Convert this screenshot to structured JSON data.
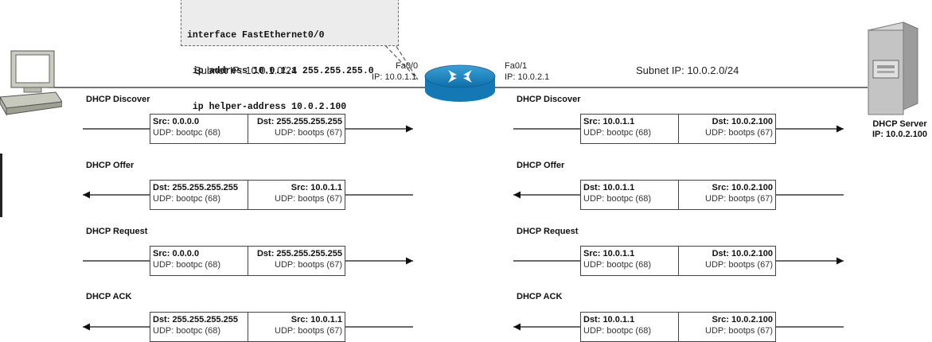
{
  "config_lines": [
    "interface FastEthernet0/0",
    " ip address 10.0.1.1 255.255.255.0",
    " ip helper-address 10.0.2.100"
  ],
  "left_subnet": "Subnet IP: 10.0.1.0/24",
  "right_subnet": "Subnet IP: 10.0.2.0/24",
  "fa0_port": "Fa0/0",
  "fa0_ip": "IP: 10.0.1.1",
  "fa1_port": "Fa0/1",
  "fa1_ip": "IP: 10.0.2.1",
  "server": {
    "name": "DHCP Server",
    "ip": "IP: 10.0.2.100"
  },
  "left": [
    {
      "title": "DHCP Discover",
      "direction": "right",
      "c1": {
        "top": "Src: 0.0.0.0",
        "bottom": "UDP: bootpc (68)"
      },
      "c2": {
        "top": "Dst: 255.255.255.255",
        "bottom": "UDP: bootps (67)"
      }
    },
    {
      "title": "DHCP Offer",
      "direction": "left",
      "c1": {
        "top": "Dst: 255.255.255.255",
        "bottom": "UDP: bootpc (68)"
      },
      "c2": {
        "top": "Src: 10.0.1.1",
        "bottom": "UDP: bootps (67)"
      }
    },
    {
      "title": "DHCP Request",
      "direction": "right",
      "c1": {
        "top": "Src: 0.0.0.0",
        "bottom": "UDP: bootpc (68)"
      },
      "c2": {
        "top": "Dst: 255.255.255.255",
        "bottom": "UDP: bootps (67)"
      }
    },
    {
      "title": "DHCP ACK",
      "direction": "left",
      "c1": {
        "top": "Dst: 255.255.255.255",
        "bottom": "UDP: bootpc (68)"
      },
      "c2": {
        "top": "Src: 10.0.1.1",
        "bottom": "UDP: bootps (67)"
      }
    }
  ],
  "right": [
    {
      "title": "DHCP Discover",
      "direction": "right",
      "c1": {
        "top": "Src: 10.0.1.1",
        "bottom": "UDP: bootpc (68)"
      },
      "c2": {
        "top": "Dst: 10.0.2.100",
        "bottom": "UDP: bootps (67)"
      }
    },
    {
      "title": "DHCP Offer",
      "direction": "left",
      "c1": {
        "top": "Dst: 10.0.1.1",
        "bottom": "UDP: bootpc (68)"
      },
      "c2": {
        "top": "Src: 10.0.2.100",
        "bottom": "UDP: bootps (67)"
      }
    },
    {
      "title": "DHCP Request",
      "direction": "right",
      "c1": {
        "top": "Src: 10.0.1.1",
        "bottom": "UDP: bootpc (68)"
      },
      "c2": {
        "top": "Dst: 10.0.2.100",
        "bottom": "UDP: bootps (67)"
      }
    },
    {
      "title": "DHCP ACK",
      "direction": "left",
      "c1": {
        "top": "Dst: 10.0.1.1",
        "bottom": "UDP: bootpc (68)"
      },
      "c2": {
        "top": "Src: 10.0.2.100",
        "bottom": "UDP: bootps (67)"
      }
    }
  ]
}
